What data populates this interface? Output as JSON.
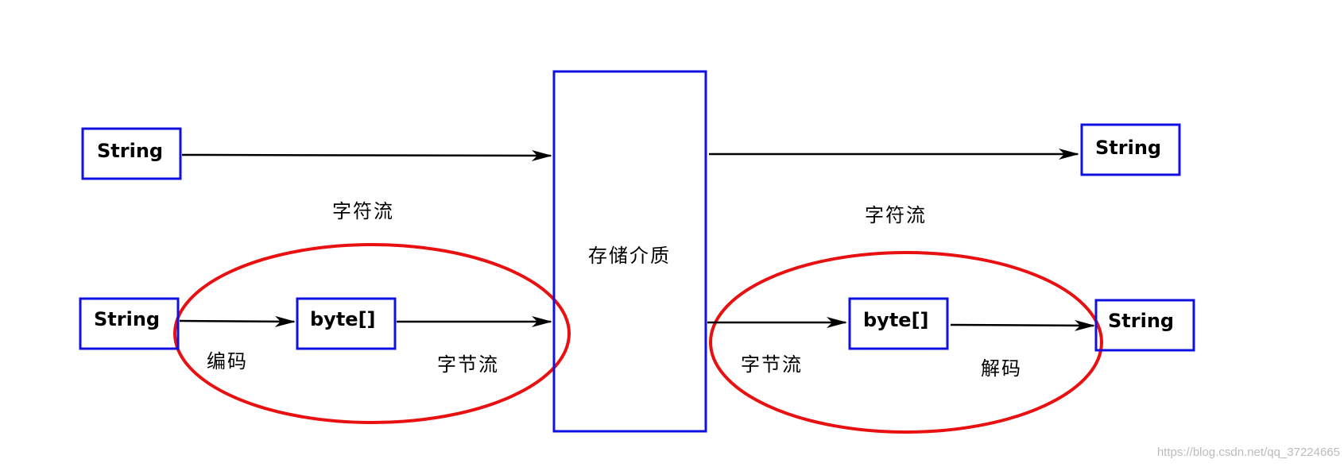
{
  "colors": {
    "box_stroke": "#1010e0",
    "ellipse_stroke": "#e81010",
    "arrow": "#000000"
  },
  "left": {
    "top_source": "String",
    "char_stream": "字符流",
    "bottom_source": "String",
    "encode": "编码",
    "bytes": "byte[]",
    "byte_stream": "字节流"
  },
  "storage": {
    "label": "存储介质"
  },
  "right": {
    "top_target": "String",
    "char_stream": "字符流",
    "byte_stream": "字节流",
    "bytes": "byte[]",
    "decode": "解码",
    "bottom_target": "String"
  },
  "watermark": "https://blog.csdn.net/qq_37224665"
}
